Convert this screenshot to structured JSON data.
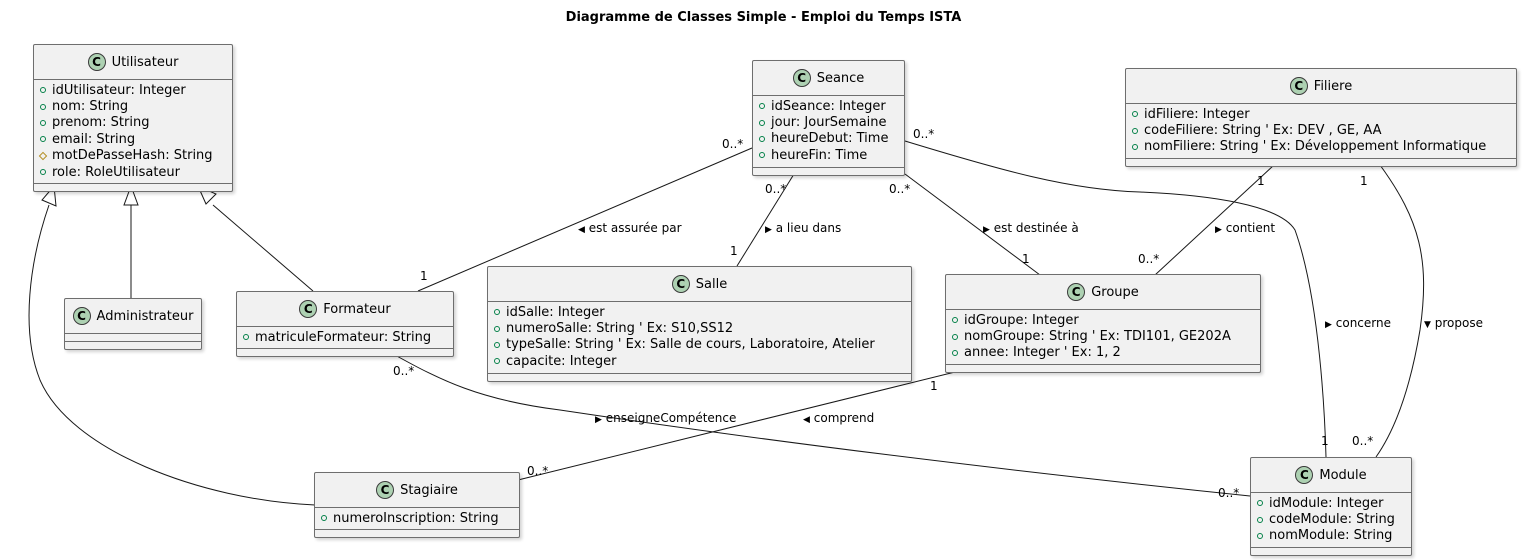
{
  "title": "Diagramme de Classes Simple - Emploi du Temps ISTA",
  "classes": {
    "utilisateur": {
      "name": "Utilisateur",
      "attributes": [
        {
          "vis": "+",
          "text": "idUtilisateur: Integer"
        },
        {
          "vis": "+",
          "text": "nom: String"
        },
        {
          "vis": "+",
          "text": "prenom: String"
        },
        {
          "vis": "+",
          "text": "email: String"
        },
        {
          "vis": "#",
          "text": "motDePasseHash: String"
        },
        {
          "vis": "+",
          "text": "role: RoleUtilisateur"
        }
      ]
    },
    "seance": {
      "name": "Seance",
      "attributes": [
        {
          "vis": "+",
          "text": "idSeance: Integer"
        },
        {
          "vis": "+",
          "text": "jour: JourSemaine"
        },
        {
          "vis": "+",
          "text": "heureDebut: Time"
        },
        {
          "vis": "+",
          "text": "heureFin: Time"
        }
      ]
    },
    "filiere": {
      "name": "Filiere",
      "attributes": [
        {
          "vis": "+",
          "text": "idFiliere: Integer"
        },
        {
          "vis": "+",
          "text": "codeFiliere: String ' Ex: DEV , GE, AA"
        },
        {
          "vis": "+",
          "text": "nomFiliere: String ' Ex: Développement Informatique"
        }
      ]
    },
    "administrateur": {
      "name": "Administrateur",
      "attributes": []
    },
    "formateur": {
      "name": "Formateur",
      "attributes": [
        {
          "vis": "+",
          "text": "matriculeFormateur: String"
        }
      ]
    },
    "salle": {
      "name": "Salle",
      "attributes": [
        {
          "vis": "+",
          "text": "idSalle: Integer"
        },
        {
          "vis": "+",
          "text": "numeroSalle: String ' Ex: S10,SS12"
        },
        {
          "vis": "+",
          "text": "typeSalle: String ' Ex: Salle de cours, Laboratoire, Atelier"
        },
        {
          "vis": "+",
          "text": "capacite: Integer"
        }
      ]
    },
    "groupe": {
      "name": "Groupe",
      "attributes": [
        {
          "vis": "+",
          "text": "idGroupe: Integer"
        },
        {
          "vis": "+",
          "text": "nomGroupe: String ' Ex: TDI101, GE202A"
        },
        {
          "vis": "+",
          "text": "annee: Integer ' Ex: 1, 2"
        }
      ]
    },
    "stagiaire": {
      "name": "Stagiaire",
      "attributes": [
        {
          "vis": "+",
          "text": "numeroInscription: String"
        }
      ]
    },
    "module": {
      "name": "Module",
      "attributes": [
        {
          "vis": "+",
          "text": "idModule: Integer"
        },
        {
          "vis": "+",
          "text": "codeModule: String"
        },
        {
          "vis": "+",
          "text": "nomModule: String"
        }
      ]
    }
  },
  "class_badge": "C",
  "associations": {
    "assuree": {
      "label": "est assurée par",
      "arrow": "◀",
      "from_mult": "0..*",
      "to_mult": "1"
    },
    "lieu": {
      "label": "a lieu dans",
      "arrow": "▶",
      "from_mult": "0..*",
      "to_mult": "1"
    },
    "destinee": {
      "label": "est destinée à",
      "arrow": "▶",
      "from_mult": "0..*",
      "to_mult": "1"
    },
    "concerne": {
      "label": "concerne",
      "arrow": "▶",
      "from_mult": "0..*",
      "to_mult": "1"
    },
    "contient": {
      "label": "contient",
      "arrow": "▶",
      "from_mult": "1",
      "to_mult": "0..*"
    },
    "propose": {
      "label": "propose",
      "arrow": "▼",
      "from_mult": "1",
      "to_mult": "0..*"
    },
    "enseigne": {
      "label": "enseigneCompétence",
      "arrow": "▶",
      "from_mult": "0..*",
      "to_mult": "0..*"
    },
    "comprend": {
      "label": "comprend",
      "arrow": "◀",
      "from_mult": "1",
      "to_mult": "0..*"
    }
  },
  "colors": {
    "class_fill": "#f1f1f1",
    "badge_fill": "#add1b2",
    "public_marker": "#038048",
    "protected_marker": "#b38d22"
  }
}
